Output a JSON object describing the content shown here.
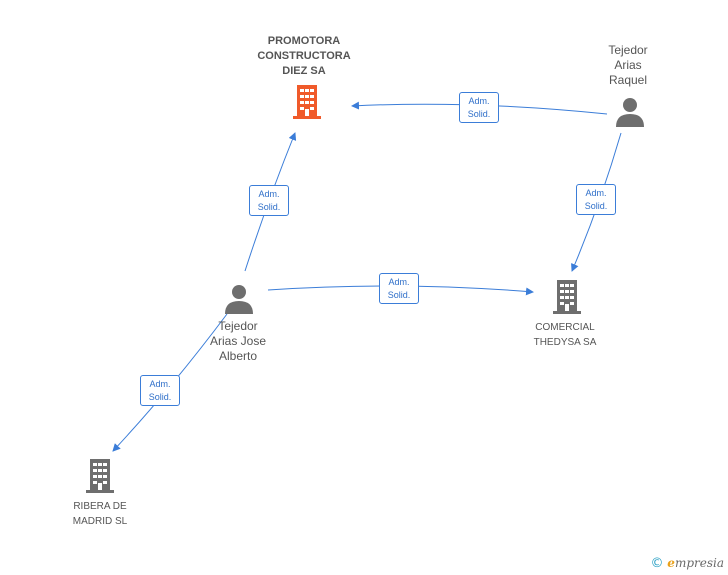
{
  "nodes": {
    "promotora": {
      "label": "PROMOTORA\nCONSTRUCTORA\nDIEZ SA",
      "kind": "company",
      "primary": true,
      "color": "#f05a2a"
    },
    "raquel": {
      "label": "Tejedor\nArias\nRaquel",
      "kind": "person",
      "color": "#6e6e6e"
    },
    "alberto": {
      "label": "Tejedor\nArias Jose\nAlberto",
      "kind": "person",
      "color": "#6e6e6e"
    },
    "comercial": {
      "label": "COMERCIAL\nTHEDYSA SA",
      "kind": "company",
      "color": "#6e6e6e"
    },
    "ribera": {
      "label": "RIBERA DE\nMADRID  SL",
      "kind": "company",
      "color": "#6e6e6e"
    }
  },
  "edges": {
    "raquel_promotora": {
      "line1": "Adm.",
      "line2": "Solid."
    },
    "raquel_comercial": {
      "line1": "Adm.",
      "line2": "Solid."
    },
    "alberto_promotora": {
      "line1": "Adm.",
      "line2": "Solid."
    },
    "alberto_comercial": {
      "line1": "Adm.",
      "line2": "Solid."
    },
    "alberto_ribera": {
      "line1": "Adm.",
      "line2": "Solid."
    }
  },
  "edge_color": "#3b7dd8",
  "brand": {
    "copyright": "©",
    "initial": "e",
    "rest": "mpresia"
  }
}
